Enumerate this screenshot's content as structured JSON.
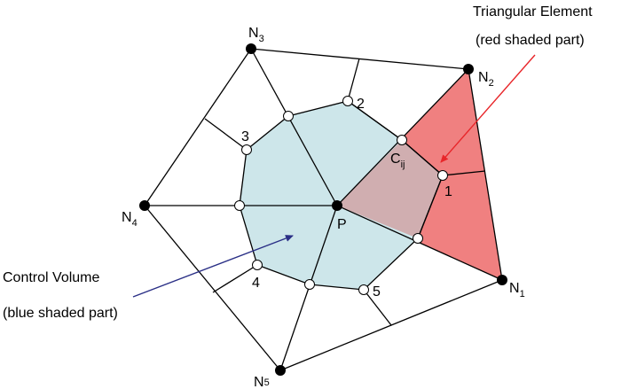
{
  "colors": {
    "control_volume_fill": "#cde6ea",
    "control_volume_stroke": "#333333",
    "triangle_fill": "#f08080",
    "overlap_fill": "#d0aeb0",
    "line": "#000000",
    "red_arrow": "#e8262a",
    "blue_arrow": "#2a2f86",
    "node_fill": "#000000",
    "point_fill": "#ffffff"
  },
  "nodes": [
    {
      "id": "N1",
      "main": "N",
      "sub": "1"
    },
    {
      "id": "N2",
      "main": "N",
      "sub": "2"
    },
    {
      "id": "N3",
      "main": "N",
      "sub": "3"
    },
    {
      "id": "N4",
      "main": "N",
      "sub": "4"
    },
    {
      "id": "N5",
      "main": "N",
      "sub": "5"
    }
  ],
  "center": {
    "label": "P"
  },
  "cij": {
    "main": "C",
    "sub": "ij"
  },
  "point_numbers": [
    "1",
    "2",
    "3",
    "4",
    "5"
  ],
  "annotations": {
    "triangle_title": "Triangular Element",
    "triangle_note": "(red shaded part)",
    "control_title": "Control Volume",
    "control_note": "(blue shaded part)"
  }
}
